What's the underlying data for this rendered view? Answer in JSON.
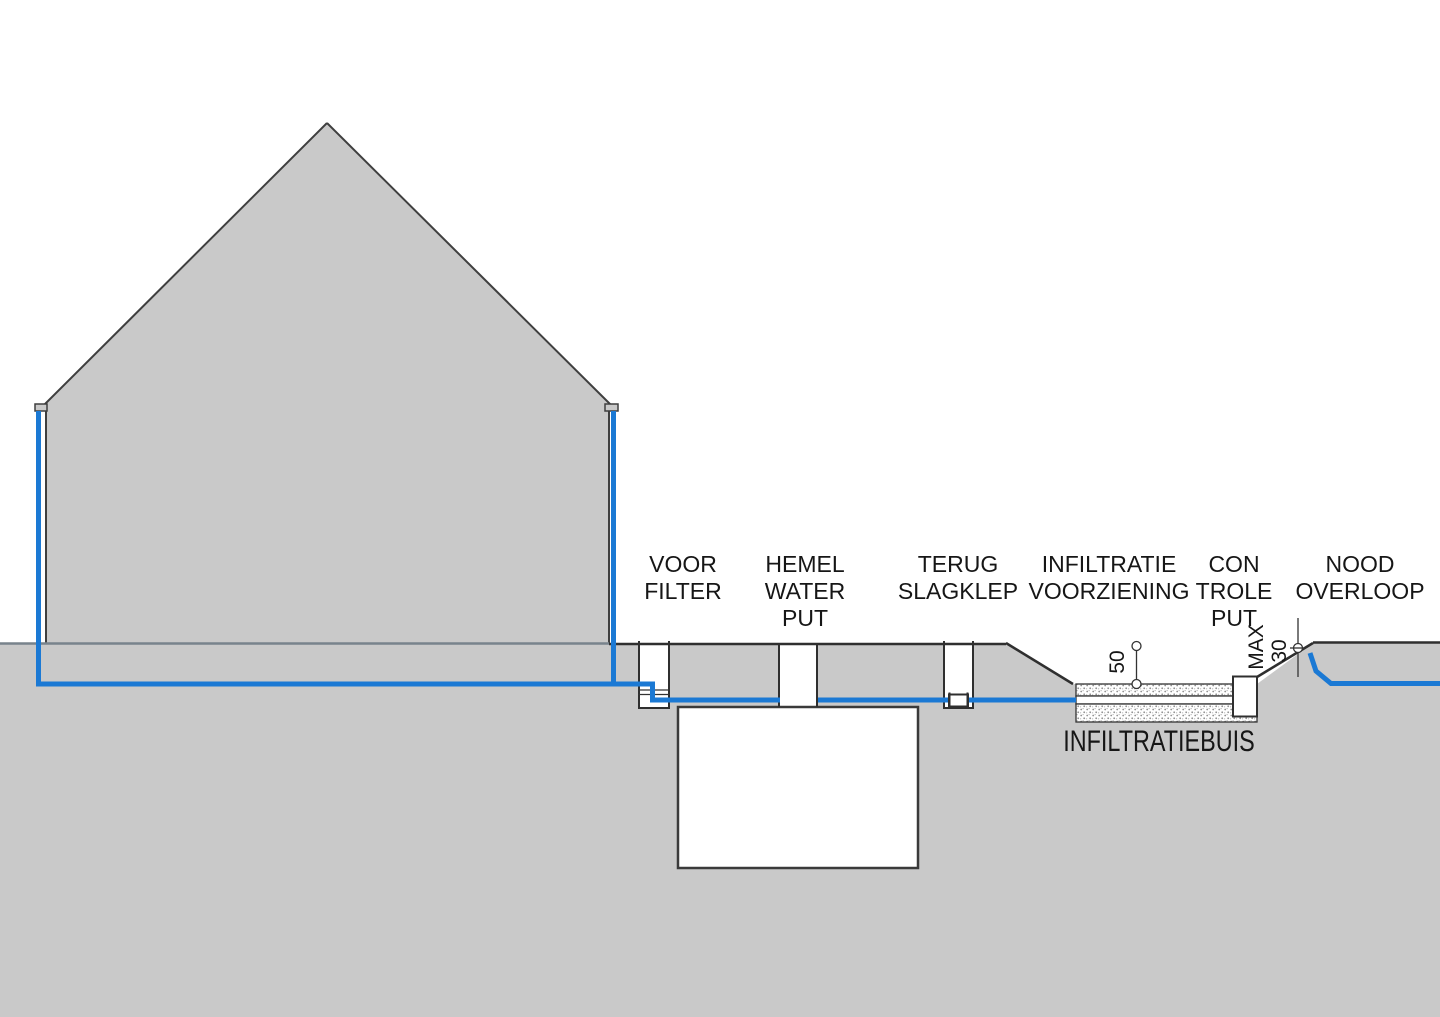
{
  "diagram": {
    "labels": {
      "voor_filter": "VOOR\nFILTER",
      "hemel_water_put": "HEMEL\nWATER\nPUT",
      "terug_slagklep": "TERUG\nSLAGKLEP",
      "infiltratie_voorziening": "INFILTRATIE\nVOORZIENING",
      "controle_put": "CON\nTROLE\nPUT",
      "nood_overloop": "NOOD\nOVERLOOP",
      "infiltratiebuis": "INFILTRATIEBUIS"
    },
    "dimensions": {
      "depth_to_infiltration": "50",
      "max_label": "MAX",
      "overflow_depth": "30"
    },
    "colors": {
      "pipe_blue": "#1b79d4",
      "fill_gray": "#c9c9c9",
      "outline_dark": "#3a3a3a",
      "surface_line_gray": "#78838c",
      "stipple_dot": "#8f8f8f"
    }
  }
}
